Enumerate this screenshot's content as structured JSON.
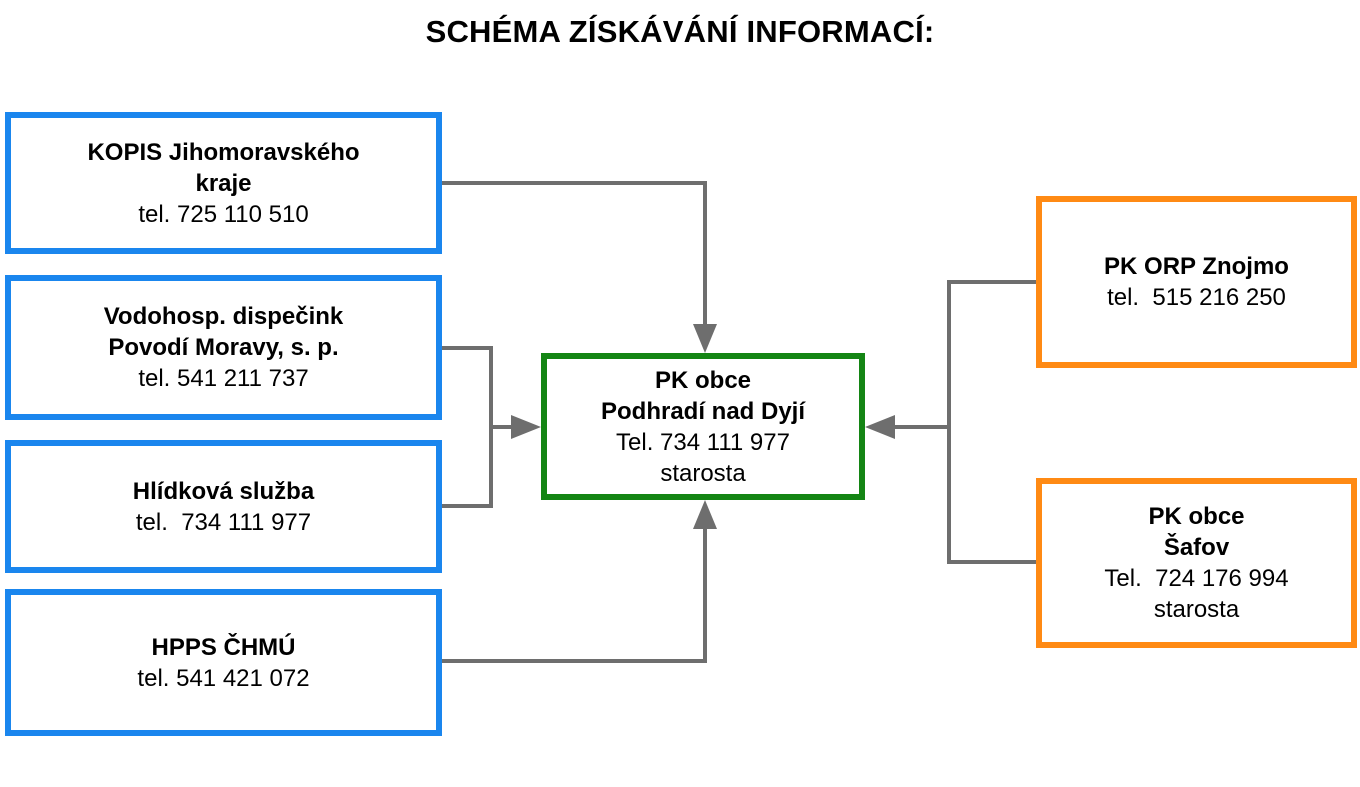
{
  "title": "SCHÉMA ZÍSKÁVÁNÍ INFORMACÍ:",
  "colors": {
    "blue": "#1a86ee",
    "green": "#148514",
    "orange": "#ff8a14",
    "connector": "#6e6e6e"
  },
  "sources": [
    {
      "name": "KOPIS Jihomoravského\nkraje",
      "phone": "tel. 725 110 510"
    },
    {
      "name": "Vodohosp. dispečink\nPovodí Moravy, s. p.",
      "phone": "tel. 541 211 737"
    },
    {
      "name": "Hlídková služba",
      "phone": "tel.  734 111 977"
    },
    {
      "name": "HPPS ČHMÚ",
      "phone": "tel. 541 421 072"
    }
  ],
  "center": {
    "name": "PK obce\nPodhradí nad Dyjí",
    "phone": "Tel. 734 111 977",
    "role": "starosta"
  },
  "targets": [
    {
      "name": "PK ORP Znojmo",
      "phone": "tel.  515 216 250"
    },
    {
      "name": "PK obce\nŠafov",
      "phone": "Tel.  724 176 994",
      "role": "starosta"
    }
  ]
}
